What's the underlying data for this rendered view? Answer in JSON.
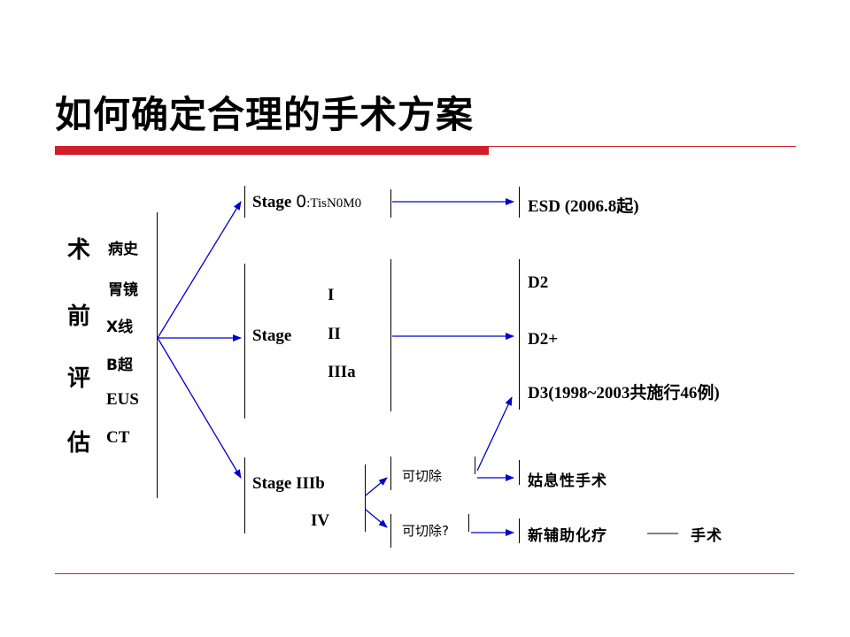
{
  "title": "如何确定合理的手术方案",
  "left": {
    "eval_chars": [
      "术",
      "前",
      "评",
      "估"
    ],
    "exams": [
      "病史",
      "胃镜",
      "X线",
      "B超",
      "EUS",
      "CT"
    ]
  },
  "stages": {
    "stage0_prefix": "Stage ",
    "stage0_num": "0",
    "stage0_suffix": ":TisN0M0",
    "stage_mid_label": "Stage",
    "stage_mid_sub": [
      "I",
      "II",
      "IIIa"
    ],
    "stage_late_1": "Stage IIIb",
    "stage_late_2": "IV"
  },
  "resect": {
    "yes": "可切除",
    "maybe": "可切除?"
  },
  "results": {
    "esd": "ESD (2006.8起)",
    "d2": "D2",
    "d2plus": "D2+",
    "d3": "D3(1998~2003共施行46例)",
    "palliative": "姑息性手术",
    "neoadjuvant": "新辅助化疗",
    "surgery": "手术"
  },
  "colors": {
    "accent_red": "#d01f2a",
    "arrow_blue": "#0000cc"
  }
}
